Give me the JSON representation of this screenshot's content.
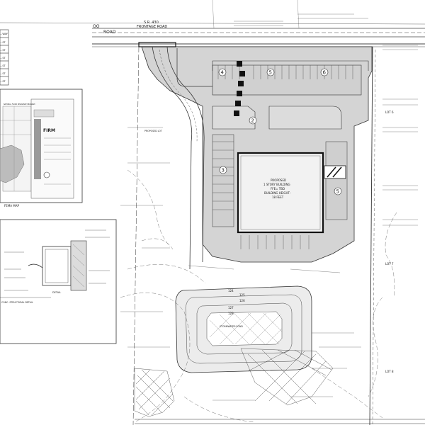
{
  "road": {
    "name": "S.R. 430",
    "frontage": "FRONTAGE ROAD",
    "road_left": "OO",
    "road_left2": "ROAD"
  },
  "table_rows": [
    "...ST",
    "...ST",
    "...ST",
    "...ST",
    "...ST",
    "...ST"
  ],
  "table_header": "...WAY",
  "building": {
    "line1": "PROPOSED",
    "line2": "1 STORY BUILDING",
    "line3": "FFE= TBD",
    "line4": "BUILDING HEIGHT:",
    "line5": "18 FEET"
  },
  "parking_numbers": [
    "4",
    "5",
    "6",
    "2",
    "3",
    "5"
  ],
  "fema": {
    "title": "FIRM",
    "caption": "FEMA MAP",
    "small": "NATIONAL FLOOD INSURANCE PROGRAM"
  },
  "lots": [
    "LOT 6",
    "LOT 7",
    "LOT 8"
  ],
  "detail": {
    "caption": "DETAIL",
    "note": "CONC. STRUCTURAL DETAIL",
    "elev_labels": [
      "124",
      "125",
      "126",
      "127",
      "128"
    ]
  },
  "labels": {
    "proposed_lot": "PROPOSED LOT",
    "retention": "STORMWATER POND"
  },
  "colors": {
    "ink": "#333333",
    "gray_fill": "#d4d4d4",
    "light_gray": "#e6e6e6"
  }
}
